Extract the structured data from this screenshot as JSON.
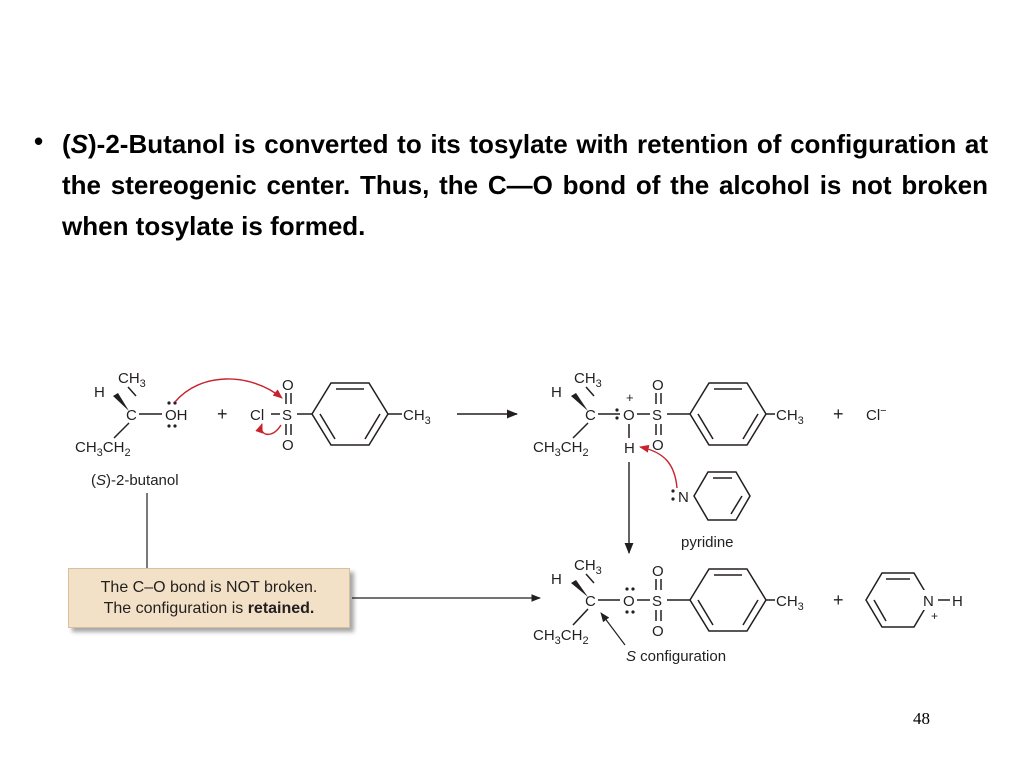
{
  "bullet": {
    "symbol": "•",
    "open_paren": "(",
    "stereo_letter": "S",
    "text_rest": ")-2-Butanol is converted to its tosylate with retention of configuration at the stereogenic center. Thus, the C—O bond of the alcohol is not broken when tosylate is formed."
  },
  "scheme": {
    "atoms": {
      "ch3": "CH",
      "ch3_sub": "3",
      "h": "H",
      "c": "C",
      "o": "O",
      "oh": "OH",
      "ethyl": "CH",
      "ethyl_sub1": "3",
      "ethyl_mid": "CH",
      "ethyl_sub2": "2",
      "cl": "Cl",
      "s": "S",
      "n": "N",
      "plus": "+",
      "minus": "−",
      "charge_plus": "+",
      "lone_pair": ":"
    },
    "labels": {
      "butanol_open": "(",
      "butanol_letter": "S",
      "butanol_rest": ")-2-butanol",
      "pyridine": "pyridine",
      "config_letter": "S",
      "config_rest": " configuration",
      "chloride": "Cl"
    }
  },
  "callout": {
    "line1": "The C–O bond is NOT broken.",
    "line2_prefix": "The configuration is ",
    "line2_bold": "retained."
  },
  "page_number": "48",
  "colors": {
    "arrow_curved": "#c8232c",
    "callout_bg": "#f2e1c6",
    "ink": "#231f20"
  }
}
